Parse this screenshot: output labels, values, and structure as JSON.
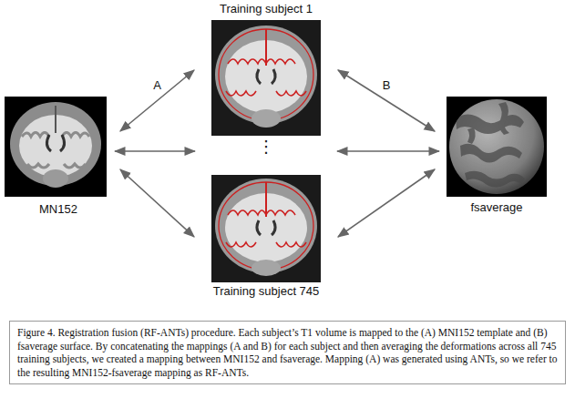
{
  "diagram": {
    "caption": "Figure 4. Registration fusion (RF-ANTs) procedure. Each subject’s T1 volume is mapped to the (A) MNI152 template and (B) fsaverage surface. By concatenating the mappings (A and B) for each subject and then averaging the deformations across all 745 training subjects, we created a mapping between MNI152 and fsaverage. Mapping (A) was generated using ANTs, so we refer to the resulting MNI152-fsaverage mapping as RF-ANTs.",
    "nodes": [
      {
        "text": [
          "MN152"
        ]
      },
      {
        "text": [
          "Training subject 1"
        ]
      },
      {
        "text": [
          "Training subject 745"
        ]
      },
      {
        "text": [
          "fsaverage"
        ]
      }
    ],
    "edges": [
      {
        "from": 0,
        "to": 1,
        "arrow": "both",
        "label": "A"
      },
      {
        "from": 0,
        "to": 2,
        "arrow": "both"
      },
      {
        "from": 1,
        "to": 3,
        "arrow": "both",
        "label": "B"
      },
      {
        "from": 2,
        "to": 3,
        "arrow": "both"
      }
    ],
    "labels": [
      "⋮"
    ]
  }
}
